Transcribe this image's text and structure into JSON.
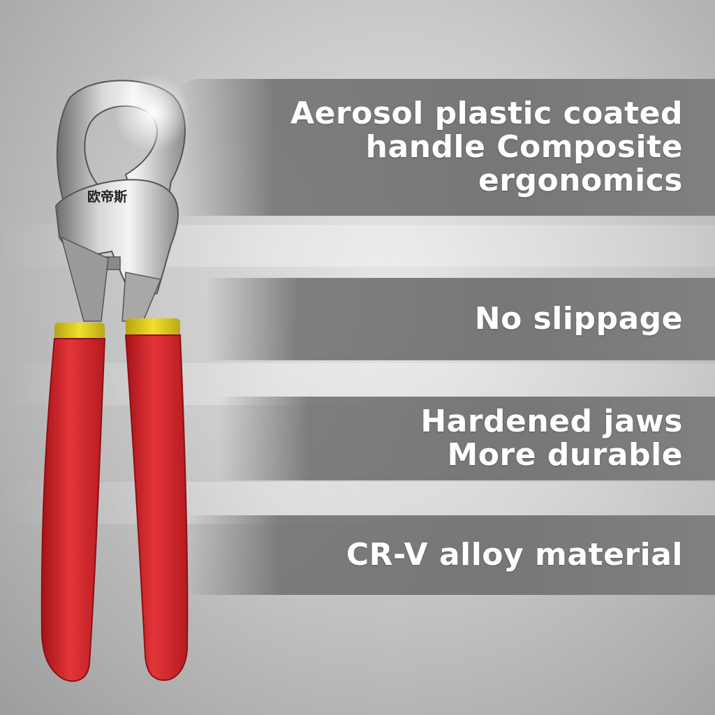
{
  "brand": {
    "logo_text": "欧帝斯"
  },
  "features": [
    {
      "lines": [
        "Aerosol plastic coated",
        "handle Composite",
        "ergonomics"
      ]
    },
    {
      "lines": [
        "No slippage"
      ]
    },
    {
      "lines": [
        "Hardened jaws",
        "More durable"
      ]
    },
    {
      "lines": [
        "CR-V alloy material"
      ]
    }
  ],
  "colors": {
    "handle_red": "#d9262c",
    "collar_yellow": "#e8d21c",
    "band_gray": "#7a7a7a",
    "text_white": "#ffffff"
  }
}
